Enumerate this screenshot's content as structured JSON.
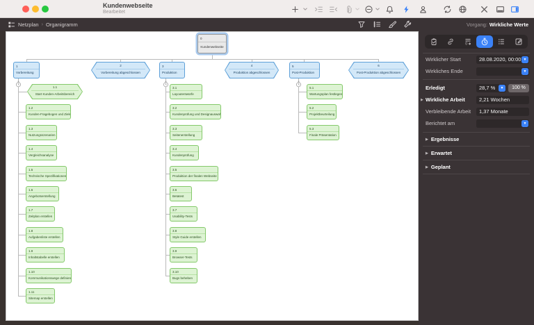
{
  "window": {
    "title": "Kundenwebseite",
    "subtitle": "Bearbeitet"
  },
  "breadcrumb": {
    "view": "Netzplan",
    "separator": "›",
    "subview": "Organigramm"
  },
  "viewbar": {
    "context_label": "Vorgang:",
    "context_value": "Wirkliche Werte"
  },
  "toolbar": {
    "icons": [
      "add",
      "add-options",
      "indent",
      "outdent",
      "attachment",
      "attachment-options",
      "remove",
      "notifications",
      "conflicts",
      "assignments",
      "sync",
      "publish",
      "tools",
      "bottom-panel-toggle",
      "right-panel-toggle"
    ]
  },
  "inspector": {
    "tabs": [
      "plan",
      "attachments",
      "budget",
      "actual-values",
      "custom-fields",
      "notes"
    ],
    "active_tab": "actual-values",
    "fields": {
      "actual_start": {
        "label": "Wirklicher Start",
        "value": "28.08.2020, 00:00"
      },
      "actual_end": {
        "label": "Wirkliches Ende",
        "value": ""
      },
      "completed": {
        "label": "Erledigt",
        "value": "28,7 %",
        "quick_button": "100 %"
      },
      "actual_work": {
        "label": "Wirkliche Arbeit",
        "value": "2,21 Wochen"
      },
      "remaining_work": {
        "label": "Verbleibende Arbeit",
        "value": "1,37 Monate"
      },
      "reported_on": {
        "label": "Berichtet am",
        "value": ""
      }
    },
    "sections": {
      "results": "Ergebnisse",
      "expected": "Erwartet",
      "planned": "Geplant"
    }
  },
  "chart": {
    "root": {
      "number": "0",
      "label": "Kundenwebseite"
    },
    "level1": [
      {
        "number": "1",
        "label": "Vorbereitung"
      },
      {
        "number": "2",
        "label": "Vorbereitung abgeschlossen"
      },
      {
        "number": "3",
        "label": "Produktion"
      },
      {
        "number": "4",
        "label": "Produktion abgeschlossen"
      },
      {
        "number": "5",
        "label": "Post-Produktion"
      },
      {
        "number": "6",
        "label": "Post-Produktion abgeschlossen"
      }
    ],
    "col1": [
      {
        "number": "1.1",
        "label": "Start Kunden-Arbeitsbereich"
      },
      {
        "number": "1.2",
        "label": "Kunden-Fragebogen und Ziele"
      },
      {
        "number": "1.3",
        "label": "Nutzungsszenarien"
      },
      {
        "number": "1.4",
        "label": "Vergleichsanalyse"
      },
      {
        "number": "1.5",
        "label": "Technische Spezifikationen"
      },
      {
        "number": "1.6",
        "label": "Angebotserstellung"
      },
      {
        "number": "1.7",
        "label": "Zeitplan erstellen"
      },
      {
        "number": "1.8",
        "label": "Aufgabenliste erstellen"
      },
      {
        "number": "1.9",
        "label": "Inhaltstabelle erstellen"
      },
      {
        "number": "1.10",
        "label": "Kommunikationswege definieren"
      },
      {
        "number": "1.11",
        "label": "Sitemap erstellen"
      }
    ],
    "col3": [
      {
        "number": "3.1",
        "label": "Layoutentwürfe"
      },
      {
        "number": "3.2",
        "label": "Kundenprüfung und Designauswahl"
      },
      {
        "number": "3.3",
        "label": "Seitenerstellung"
      },
      {
        "number": "3.4",
        "label": "Kundenprüfung"
      },
      {
        "number": "3.5",
        "label": "Produktion der finalen Webseite"
      },
      {
        "number": "3.6",
        "label": "Betatest"
      },
      {
        "number": "3.7",
        "label": "Usability-Tests"
      },
      {
        "number": "3.8",
        "label": "Style Guide erstellen"
      },
      {
        "number": "3.9",
        "label": "Browser-Tests"
      },
      {
        "number": "3.10",
        "label": "Bugs beheben"
      }
    ],
    "col5": [
      {
        "number": "5.1",
        "label": "Wartungsplan festlegen"
      },
      {
        "number": "5.2",
        "label": "Projektbeurteilung"
      },
      {
        "number": "5.3",
        "label": "Finale Präsentation"
      }
    ]
  },
  "colors": {
    "accent": "#3b82f7",
    "task_fill": "#d3e8f8",
    "task_border": "#5ea0d8",
    "subtask_fill": "#ddf3d3",
    "subtask_border": "#84c96a",
    "traffic_close": "#ff5f57",
    "traffic_min": "#febc2e",
    "traffic_zoom": "#28c840"
  }
}
